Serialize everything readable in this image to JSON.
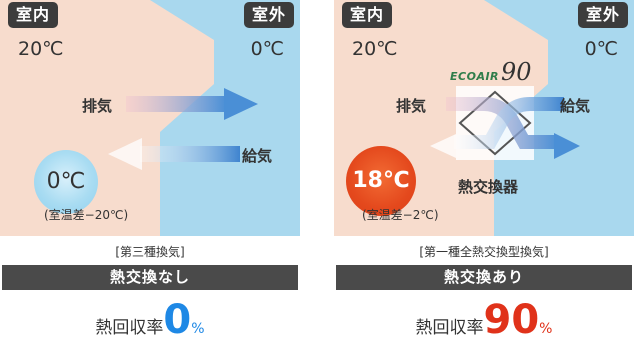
{
  "labels": {
    "indoor": "室内",
    "outdoor": "室外",
    "exhaust": "排気",
    "supply": "給気"
  },
  "left": {
    "indoor_temp": "20℃",
    "outdoor_temp": "0℃",
    "supply_temp": "0℃",
    "temp_diff": "(室温差−20℃)",
    "system": "[第三種換気]",
    "heat_exchange": "熱交換なし",
    "recovery_label": "熱回収率",
    "recovery_value": "0",
    "recovery_unit": "%"
  },
  "right": {
    "indoor_temp": "20℃",
    "outdoor_temp": "0℃",
    "supply_temp": "18℃",
    "temp_diff": "(室温差−2℃)",
    "exchanger_label": "熱交換器",
    "logo_text": "ECOAIR",
    "logo_number": "90",
    "system": "[第一種全熱交換型換気]",
    "heat_exchange": "熱交換あり",
    "recovery_label": "熱回収率",
    "recovery_value": "90",
    "recovery_unit": "%"
  },
  "colors": {
    "indoor_bg": "#f7dccd",
    "outdoor_bg": "#a9d8ee",
    "label_bar": "#4a4a4a",
    "rate_low": "#1e88e5",
    "rate_high": "#e0321a"
  }
}
